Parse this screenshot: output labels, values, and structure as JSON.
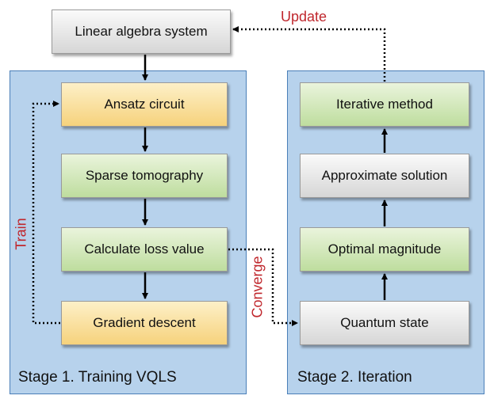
{
  "top_box": {
    "label": "Linear algebra system"
  },
  "stage1": {
    "label": "Stage 1. Training VQLS",
    "boxes": [
      "Ansatz circuit",
      "Sparse tomography",
      "Calculate loss value",
      "Gradient descent"
    ]
  },
  "stage2": {
    "label": "Stage 2. Iteration",
    "boxes": [
      "Iterative method",
      "Approximate solution",
      "Optimal magnitude",
      "Quantum state"
    ]
  },
  "edge_labels": {
    "update": "Update",
    "train": "Train",
    "converge": "Converge"
  },
  "colors": {
    "panel_fill": "#b7d2ec",
    "panel_border": "#4a7fb8",
    "box_gray": "#e8e8e8",
    "box_green": "#d4e9bf",
    "box_yellow": "#f9df9c",
    "edge_label": "#c0272d",
    "arrow": "#000000"
  }
}
